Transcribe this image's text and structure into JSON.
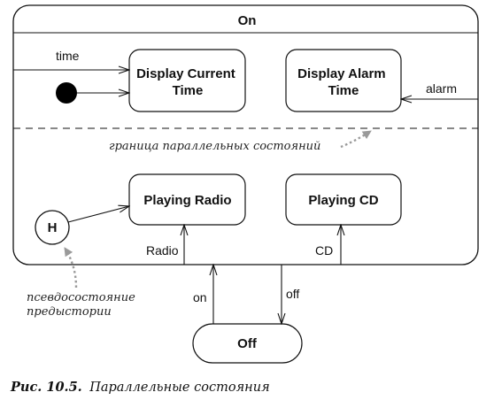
{
  "composite_state": {
    "name": "On"
  },
  "states": {
    "display_current_time": [
      "Display Current",
      "Time"
    ],
    "display_alarm_time": [
      "Display Alarm",
      "Time"
    ],
    "playing_radio": "Playing Radio",
    "playing_cd": "Playing CD",
    "off": "Off"
  },
  "history": {
    "label": "H"
  },
  "transitions": {
    "time": "time",
    "alarm": "alarm",
    "radio": "Radio",
    "cd": "CD",
    "on": "on",
    "off": "off"
  },
  "notes": {
    "boundary": "граница параллельных состояний",
    "history": [
      "псевдосостояние",
      "предыстории"
    ]
  },
  "caption": {
    "number": "Рис. 10.5.",
    "text": "Параллельные состояния"
  },
  "colors": {
    "line": "#111111",
    "note_arrow": "#9a9a9a",
    "initial_fill": "#000000"
  }
}
